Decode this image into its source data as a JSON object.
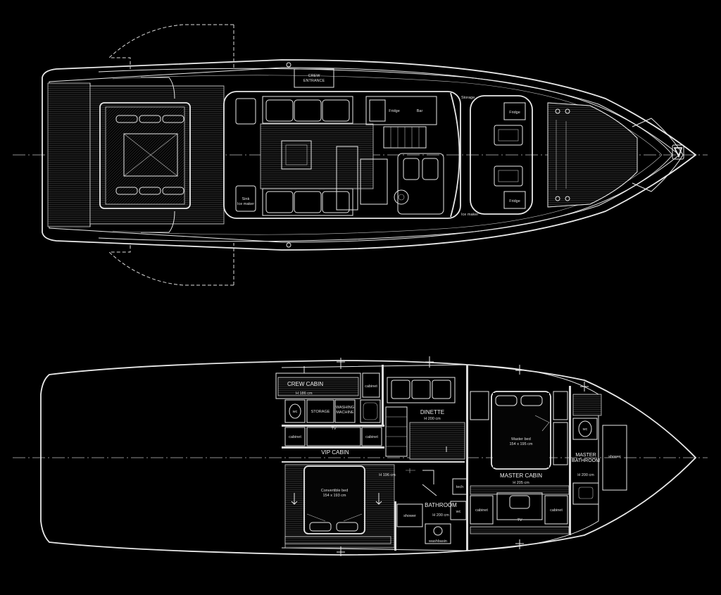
{
  "upper_deck": {
    "crew_entrance_line1": "CREW",
    "crew_entrance_line2": "ENTRANCE",
    "fridge_galley": "Fridge",
    "bar": "Bar",
    "storage": "Storage",
    "fridge_bow_upper": "Fridge",
    "fridge_bow_lower": "Fridge",
    "ice_maker_aft": "Ice maker",
    "ice_maker_fwd": "Ice maker",
    "sink": "Sink"
  },
  "lower_deck": {
    "crew_cabin": "CREW CABIN",
    "crew_cabin_height": "H 186 cm",
    "wc_crew": "wc",
    "storage": "STORAGE",
    "washing_machine_line1": "WASHING",
    "washing_machine_line2": "MACHINE",
    "cabinet_crew": "cabinet",
    "tv_vip": "TV",
    "cabinet_vip_left": "cabinet",
    "cabinet_vip_right": "cabinet",
    "vip_cabin": "VIP CABIN",
    "vip_height": "H 196 cm",
    "convertible_bed_line1": "Convertible bed",
    "convertible_bed_line2": "154 x 193 cm",
    "dinette": "DINETTE",
    "dinette_height": "H 200 cm",
    "bathroom": "BATHROOM",
    "bathroom_height": "H 200 cm",
    "shower_vip": "shower",
    "wc_bathroom": "wc",
    "washbasin": "washbasin",
    "tech": "tech",
    "master_bed_line1": "Master bed",
    "master_bed_line2": "154 x 195 cm",
    "master_cabin": "MASTER CABIN",
    "master_height": "H 205 cm",
    "cabinet_master_left": "cabinet",
    "cabinet_master_right": "cabinet",
    "tv_master": "TV",
    "wc_master": "wc",
    "master_bathroom_line1": "MASTER",
    "master_bathroom_line2": "BATHROOM",
    "master_bathroom_height": "H 200 cm",
    "shower_master": "shower"
  },
  "colors": {
    "background": "#000000",
    "linework": "#e8e8e8"
  }
}
